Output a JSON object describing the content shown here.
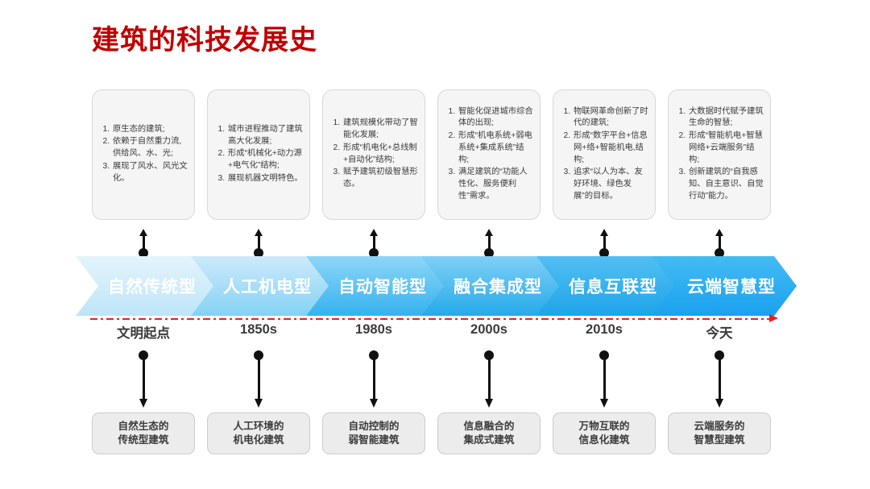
{
  "page": {
    "title": "建筑的科技发展史",
    "title_color": "#c00000",
    "background": "#ffffff",
    "timeline_color": "#ee1c25"
  },
  "cards": [
    {
      "name": "card-natural-traditional",
      "items": [
        "原生态的建筑;",
        "依赖于自然重力流,供给风、水、光;",
        "展现了风水、风光文化。"
      ]
    },
    {
      "name": "card-manmade-mechanical",
      "items": [
        "城市进程推动了建筑高大化发展;",
        "形成“机械化+动力源+电气化”结构;",
        "展现机器文明特色。"
      ]
    },
    {
      "name": "card-automatic-intelligent",
      "items": [
        "建筑规模化带动了智能化发展;",
        "形成“机电化+总线制+自动化”结构;",
        "赋予建筑初级智慧形态。"
      ]
    },
    {
      "name": "card-converged-integrated",
      "items": [
        "智能化促进城市综合体的出现;",
        "形成“机电系统+弱电系统+集成系统”结构;",
        "满足建筑的“功能人性化、服务便利性”需求。"
      ]
    },
    {
      "name": "card-information-interconnected",
      "items": [
        "物联网革命创新了时代的建筑;",
        "形成“数字平台+信息网+络+智能机电,结构;",
        "追求“以人为本、友好环境、绿色发展”的目标。"
      ]
    },
    {
      "name": "card-cloud-smart",
      "items": [
        "大数据时代赋予建筑生命的智慧;",
        "形成“智能机电+智慧网络+云端服务”结构;",
        "创新建筑的“自我感知、自主意识、自觉行动”能力。"
      ]
    }
  ],
  "stages": [
    {
      "label": "自然传统型",
      "color_from": "#daf0fb",
      "color_to": "#bfe5f8"
    },
    {
      "label": "人工机电型",
      "color_from": "#bde6fa",
      "color_to": "#86d3f5"
    },
    {
      "label": "自动智能型",
      "color_from": "#8fd6f6",
      "color_to": "#3cb4f0"
    },
    {
      "label": "融合集成型",
      "color_from": "#7fd0f5",
      "color_to": "#29ace9"
    },
    {
      "label": "信息互联型",
      "color_from": "#54c0f2",
      "color_to": "#22a6ea"
    },
    {
      "label": "云端智慧型",
      "color_from": "#46bcf3",
      "color_to": "#1fa3ef"
    }
  ],
  "timeline": {
    "labels": [
      "文明起点",
      "1850s",
      "1980s",
      "2000s",
      "2010s",
      "今天"
    ]
  },
  "outcomes": [
    {
      "line1": "自然生态的",
      "line2": "传统型建筑"
    },
    {
      "line1": "人工环境的",
      "line2": "机电化建筑"
    },
    {
      "line1": "自动控制的",
      "line2": "弱智能建筑"
    },
    {
      "line1": "信息融合的",
      "line2": "集成式建筑"
    },
    {
      "line1": "万物互联的",
      "line2": "信息化建筑"
    },
    {
      "line1": "云端服务的",
      "line2": "智慧型建筑"
    }
  ]
}
